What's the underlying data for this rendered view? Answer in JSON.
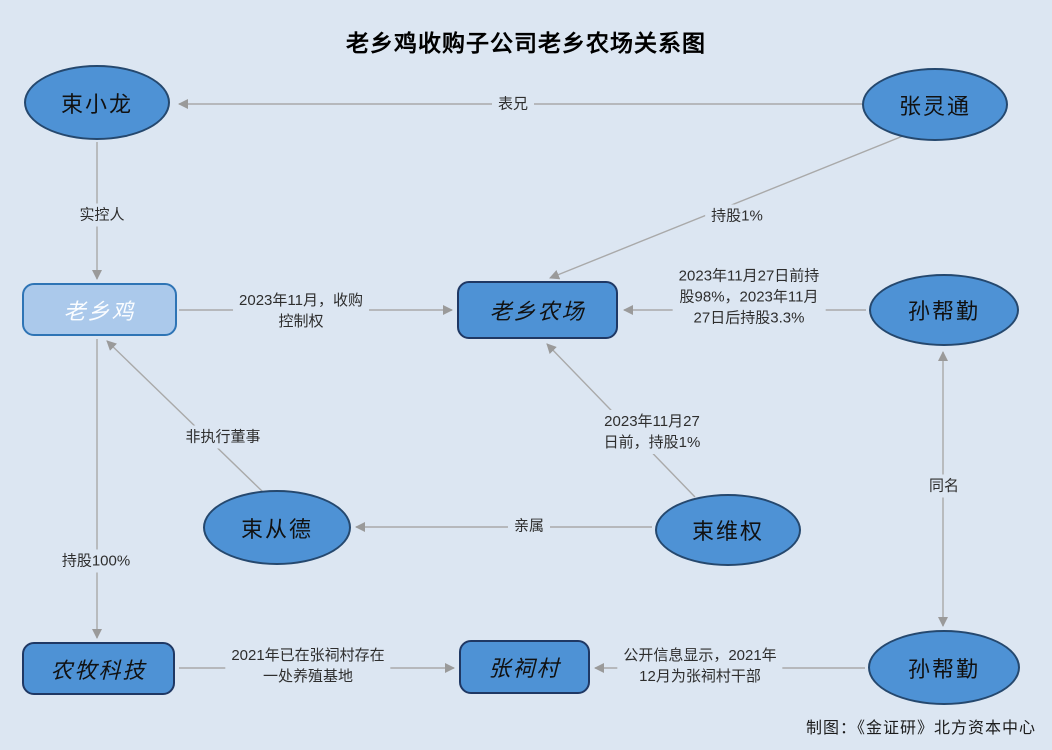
{
  "title": "老乡鸡收购子公司老乡农场关系图",
  "credit": "制图：《金证研》北方资本中心",
  "colors": {
    "background": "#dce6f2",
    "node_fill": "#4e92d5",
    "node_border": "#25486e",
    "highlight_node_fill": "#abc9eb",
    "highlight_node_border": "#2e74b5",
    "connector_line": "#a9a9a9",
    "arrowhead": "#9a9a9a",
    "label_text": "#2e2e2e"
  },
  "nodes": {
    "shu_xiaolong": "束小龙",
    "zhang_lingtong": "张灵通",
    "laoxiangji": "老乡鸡",
    "laoxiang_farm": "老乡农场",
    "sun_bangqin_top": "孙帮勤",
    "shu_congde": "束从德",
    "shu_weiquan": "束维权",
    "nongmu_tech": "农牧科技",
    "zhangci_village": "张祠村",
    "sun_bangqin_bottom": "孙帮勤"
  },
  "edge_labels": {
    "cousin": "表兄",
    "actual_controller": "实控人",
    "acquisition": "2023年11月，收购\n控制权",
    "zhang_holding": "持股1%",
    "sun_holding": "2023年11月27日前持\n股98%，2023年11月\n27日后持股3.3%",
    "non_exec_director": "非执行董事",
    "relative": "亲属",
    "shu_weiquan_holding": "2023年11月27\n日前，持股1%",
    "same_name": "同名",
    "holding_100": "持股100%",
    "breeding_base": "2021年已在张祠村存在\n一处养殖基地",
    "village_cadre": "公开信息显示，2021年\n12月为张祠村干部"
  }
}
